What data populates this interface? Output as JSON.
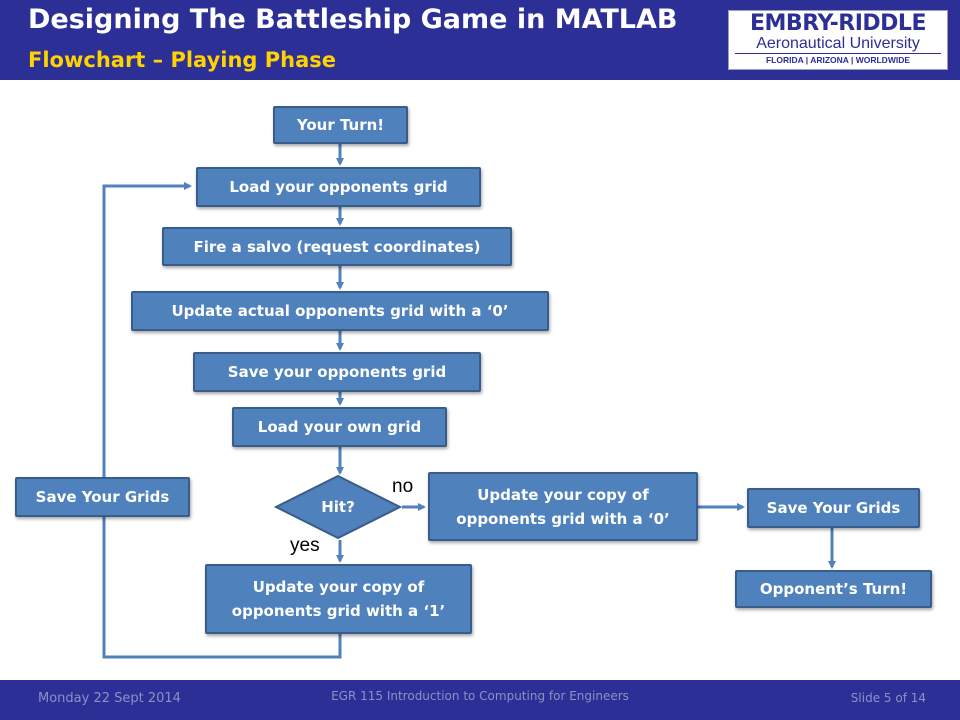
{
  "header": {
    "title": "Designing The Battleship Game in MATLAB",
    "subtitle": "Flowchart – Playing Phase",
    "logo": {
      "name": "EMBRY-RIDDLE",
      "university": "Aeronautical University",
      "locations": "FLORIDA | ARIZONA | WORLDWIDE"
    }
  },
  "flowchart": {
    "your_turn": "Your Turn!",
    "load_opponents_grid": "Load your opponents grid",
    "fire_salvo": "Fire a salvo (request coordinates)",
    "update_actual_grid": "Update actual opponents grid with a ‘0’",
    "save_opponents_grid": "Save your opponents grid",
    "load_own_grid": "Load your own  grid",
    "hit_decision": "Hit?",
    "label_no": "no",
    "label_yes": "yes",
    "update_copy_zero": "Update your copy of opponents grid with a ‘0’",
    "update_copy_one": "Update your copy of opponents grid with a ‘1’",
    "save_grids_left": "Save Your Grids",
    "save_grids_right": "Save Your Grids",
    "opponents_turn": "Opponent’s Turn!"
  },
  "colors": {
    "header_bg": "#2c2f96",
    "subtitle": "#ffd200",
    "box_fill": "#4f81bd",
    "box_border": "#385d8a",
    "connector": "#4f81bd"
  },
  "footer": {
    "date": "Monday 22 Sept 2014",
    "course": "EGR 115 Introduction to Computing for Engineers",
    "slide": "Slide 5 of 14"
  }
}
